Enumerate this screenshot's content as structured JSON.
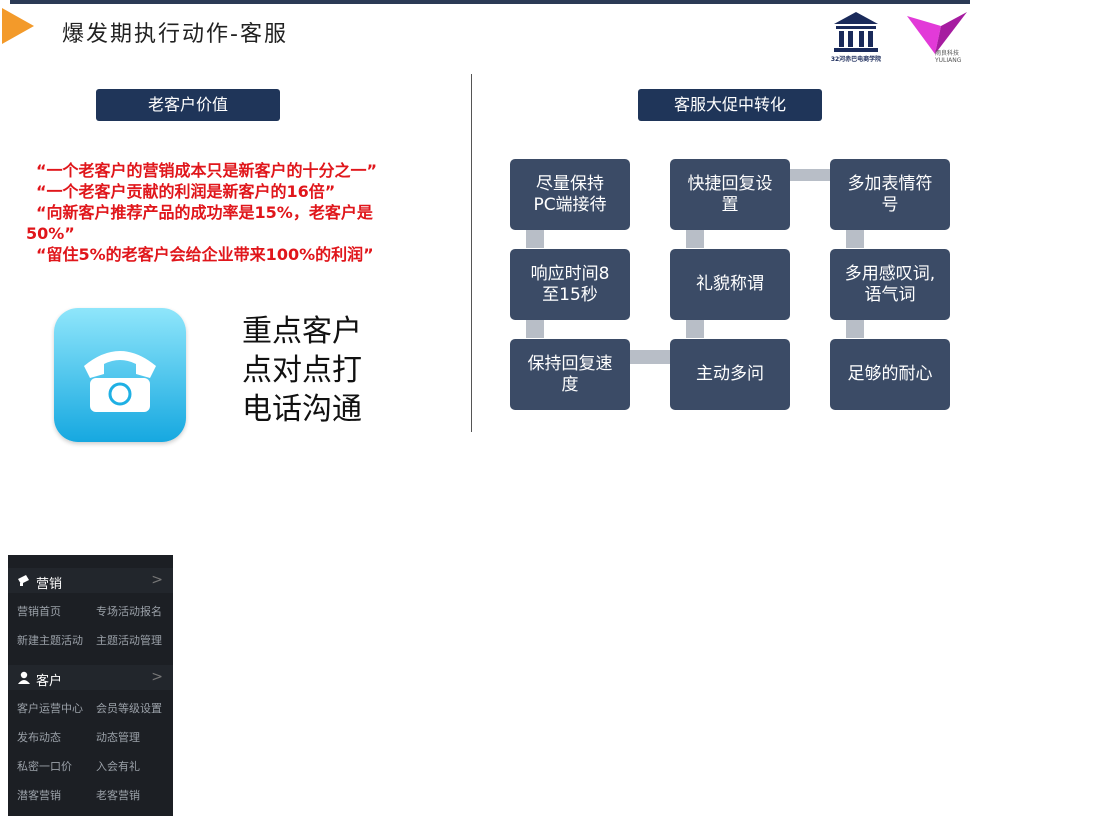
{
  "slide": {
    "title": "爆发期执行动作-客服",
    "logo_caption": "32河赤巴电商学院",
    "logo2_caption_line1": "雨良科技",
    "logo2_caption_line2": "YULIANG",
    "left": {
      "heading": "老客户价值",
      "quotes": [
        "“一个老客户的营销成本只是新客户的十分之一”",
        "“一个老客户贡献的利润是新客户的16倍”",
        "“向新客户推荐产品的成功率是15%，老客户是",
        "50%”",
        "“留住5%的老客户会给企业带来100%的利润”"
      ],
      "callout": [
        "重点客户",
        "点对点打",
        "电话沟通"
      ]
    },
    "right": {
      "heading": "客服大促中转化",
      "boxes": [
        [
          "尽量保持",
          "PC端接待"
        ],
        [
          "快捷回复设",
          "置"
        ],
        [
          "多加表情符",
          "号"
        ],
        [
          "响应时间8",
          "至15秒"
        ],
        [
          "礼貌称谓"
        ],
        [
          "多用感叹词,",
          "语气词"
        ],
        [
          "保持回复速",
          "度"
        ],
        [
          "主动多问"
        ],
        [
          "足够的耐心"
        ]
      ]
    }
  },
  "sidebar": {
    "sections": [
      {
        "label": "营销",
        "chevron": ">",
        "icon": "megaphone-icon",
        "rows": [
          [
            "营销首页",
            "专场活动报名"
          ],
          [
            "新建主题活动",
            "主题活动管理"
          ]
        ]
      },
      {
        "label": "客户",
        "chevron": ">",
        "icon": "user-icon",
        "rows": [
          [
            "客户运营中心",
            "会员等级设置"
          ],
          [
            "发布动态",
            "动态管理"
          ],
          [
            "私密一口价",
            "入会有礼"
          ],
          [
            "潜客营销",
            "老客营销"
          ]
        ]
      }
    ]
  }
}
